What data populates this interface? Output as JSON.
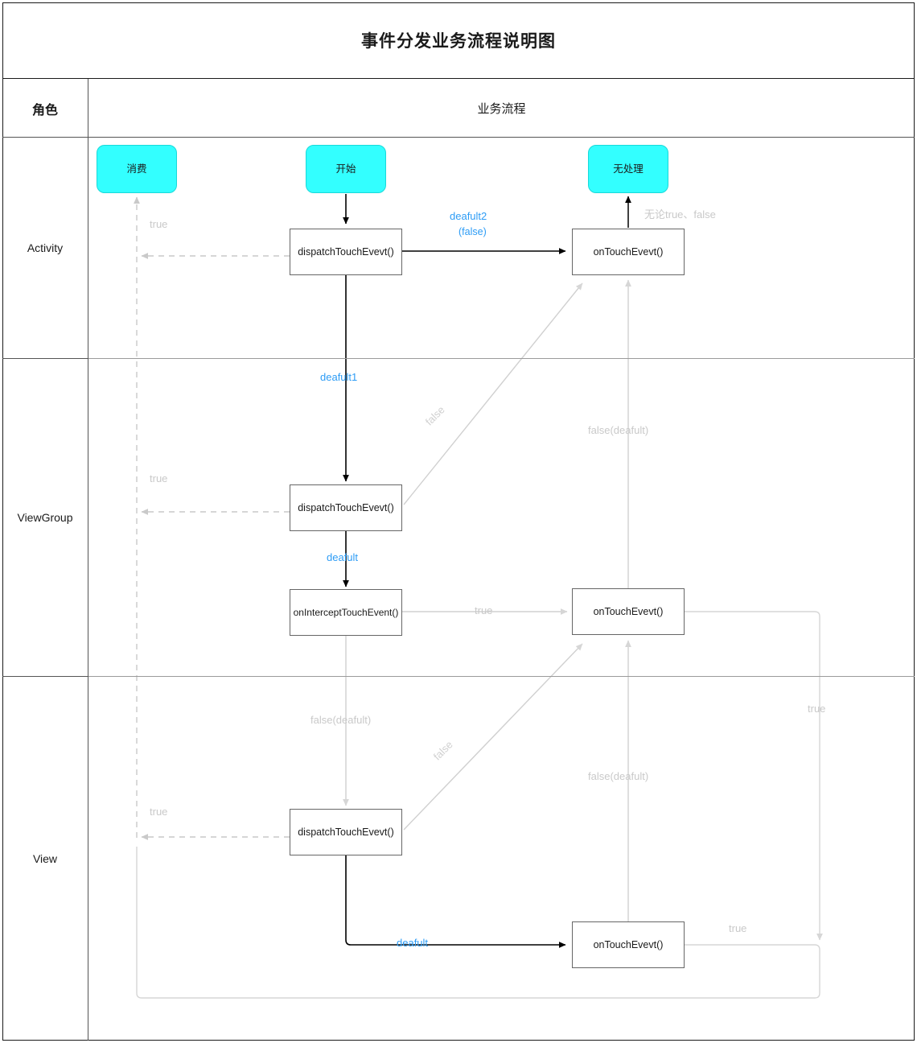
{
  "title": "事件分发业务流程说明图",
  "header": {
    "role_col": "角色",
    "flow_col": "业务流程"
  },
  "lanes": [
    {
      "id": "activity",
      "label": "Activity"
    },
    {
      "id": "viewgroup",
      "label": "ViewGroup"
    },
    {
      "id": "view",
      "label": "View"
    }
  ],
  "nodes": {
    "consume": "消费",
    "start": "开始",
    "no_handle": "无处理",
    "act_dispatch": "dispatchTouchEvevt()",
    "act_ontouch": "onTouchEvevt()",
    "vg_dispatch": "dispatchTouchEvevt()",
    "vg_intercept": "onInterceptTouchEvent()",
    "vg_ontouch": "onTouchEvevt()",
    "view_dispatch": "dispatchTouchEvevt()",
    "view_ontouch": "onTouchEvevt()"
  },
  "labels": {
    "act_true": "true",
    "deafult2": "deafult2",
    "deafult2_false": "(false)",
    "no_matter": "无论true、false",
    "deafult1": "deafult1",
    "false_diag_1": "false",
    "vg_false_deafult": "false(deafult)",
    "vg_true": "true",
    "deafult_vg": "deafult",
    "intercept_true": "true",
    "view_false_deafult": "false(deafult)",
    "false_diag_2": "false",
    "view_false_deafult2": "false(deafult)",
    "view_true": "true",
    "deafult_view": "deafult",
    "bottom_true": "true",
    "right_true": "true"
  },
  "colors": {
    "terminal_fill": "#33ffff",
    "accent_blue": "#2d9cf5",
    "edge_grey": "#cccccc",
    "edge_black": "#000000"
  }
}
